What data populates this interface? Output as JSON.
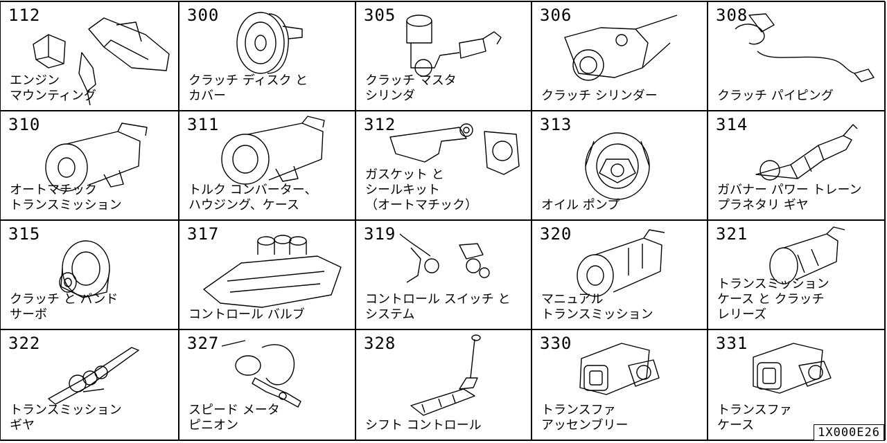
{
  "diagram_ref": "1X000E26",
  "cells": [
    {
      "code": "112",
      "lines": [
        "エンジン",
        "マウンティング"
      ],
      "icon": "engine-mounting-icon"
    },
    {
      "code": "300",
      "lines": [
        "クラッチ ディスク と",
        "カバー"
      ],
      "icon": "clutch-disc-icon"
    },
    {
      "code": "305",
      "lines": [
        "クラッチ マスタ",
        "シリンダ"
      ],
      "icon": "master-cylinder-icon"
    },
    {
      "code": "306",
      "lines": [
        "クラッチ シリンダー"
      ],
      "icon": "clutch-cylinder-icon"
    },
    {
      "code": "308",
      "lines": [
        "クラッチ パイピング"
      ],
      "icon": "clutch-piping-icon"
    },
    {
      "code": "310",
      "lines": [
        "オートマチック",
        "トランスミッション"
      ],
      "icon": "auto-transmission-icon"
    },
    {
      "code": "311",
      "lines": [
        "トルク コンバーター、",
        "ハウジング、ケース"
      ],
      "icon": "torque-converter-icon"
    },
    {
      "code": "312",
      "lines": [
        "ガスケット と",
        "シールキット",
        "（オートマチック）"
      ],
      "icon": "gasket-kit-icon"
    },
    {
      "code": "313",
      "lines": [
        "オイル ポンプ"
      ],
      "icon": "oil-pump-icon"
    },
    {
      "code": "314",
      "lines": [
        "ガバナー パワー トレーン",
        "プラネタリ ギヤ"
      ],
      "icon": "planetary-gear-icon"
    },
    {
      "code": "315",
      "lines": [
        "クラッチ と バンド",
        "サーボ"
      ],
      "icon": "clutch-band-servo-icon"
    },
    {
      "code": "317",
      "lines": [
        "コントロール バルブ"
      ],
      "icon": "control-valve-icon"
    },
    {
      "code": "319",
      "lines": [
        "コントロール スイッチ と",
        "システム"
      ],
      "icon": "control-switch-icon"
    },
    {
      "code": "320",
      "lines": [
        "マニュアル",
        "トランスミッション"
      ],
      "icon": "manual-transmission-icon"
    },
    {
      "code": "321",
      "lines": [
        "トランスミッション",
        "ケース と クラッチ",
        "レリーズ"
      ],
      "icon": "transmission-case-icon"
    },
    {
      "code": "322",
      "lines": [
        "トランスミッション",
        "ギヤ"
      ],
      "icon": "transmission-gear-icon"
    },
    {
      "code": "327",
      "lines": [
        "スピード メータ",
        "ピニオン"
      ],
      "icon": "speedometer-pinion-icon"
    },
    {
      "code": "328",
      "lines": [
        "シフト コントロール"
      ],
      "icon": "shift-control-icon"
    },
    {
      "code": "330",
      "lines": [
        "トランスファ",
        "アッセンブリー"
      ],
      "icon": "transfer-assembly-icon"
    },
    {
      "code": "331",
      "lines": [
        "トランスファ",
        "ケース"
      ],
      "icon": "transfer-case-icon"
    }
  ]
}
